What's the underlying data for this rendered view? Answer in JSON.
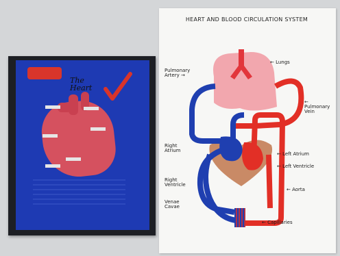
{
  "left_poster": {
    "title": "The Heart"
  },
  "right_poster": {
    "title": "HEART AND BLOOD CIRCULATION SYSTEM",
    "labels": {
      "lungs": "← Lungs",
      "pulmonary_artery": "Pulmonary Artery →",
      "pulmonary_vein": "← Pulmonary Vein",
      "right_atrium": "Right Atrium",
      "right_ventricle": "Right Ventricle",
      "vena_cava": "Venae Cavae",
      "left_atrium": "← Left Atrium",
      "left_ventricle": "← Left Ventricle",
      "aorta": "← Aorta",
      "capillaries": "← Capillaries"
    }
  },
  "colors": {
    "blue_vessel": "#1f3fb0",
    "red_vessel": "#e22f26",
    "lungs": "#f2a7ae",
    "heart_bg": "#c98a66"
  }
}
